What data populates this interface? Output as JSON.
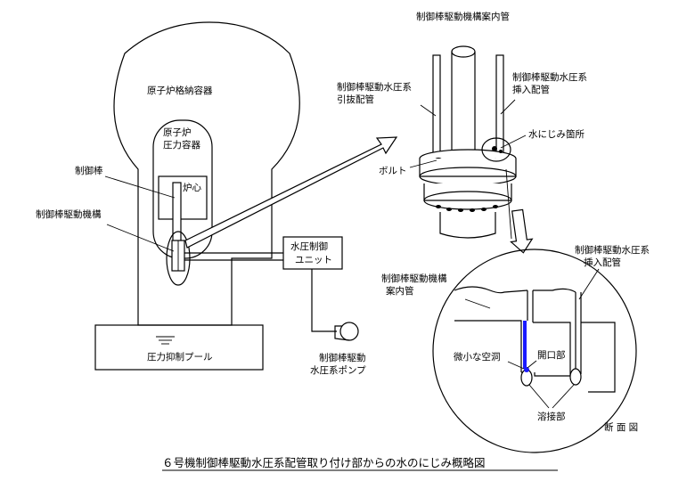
{
  "labels": {
    "containment_vessel": "原子炉格納容器",
    "reactor_pressure_vessel_1": "原子炉",
    "reactor_pressure_vessel_2": "圧力容器",
    "core": "炉心",
    "control_rod": "制御棒",
    "crd_mechanism": "制御棒駆動機構",
    "hcu_1": "水圧制御",
    "hcu_2": "ユニット",
    "pump_1": "制御棒駆動",
    "pump_2": "水圧系ポンプ",
    "suppression_pool": "圧力抑制プール",
    "guide_tube_top": "制御棒駆動機構案内管",
    "withdraw_pipe_1": "制御棒駆動水圧系",
    "withdraw_pipe_2": "引抜配管",
    "insert_pipe_top_1": "制御棒駆動水圧系",
    "insert_pipe_top_2": "挿入配管",
    "leak_location": "水にじみ箇所",
    "bolt": "ボルト",
    "section_guide_tube_1": "制御棒駆動機構",
    "section_guide_tube_2": "案内管",
    "section_insert_pipe_1": "制御棒駆動水圧系",
    "section_insert_pipe_2": "挿入配管",
    "micro_void": "微小な空洞",
    "opening": "開口部",
    "weld": "溶接部",
    "cross_section": "断 面 図"
  },
  "caption": "６号機制御棒駆動水圧系配管取り付け部からの水のにじみ概略図",
  "colors": {
    "line": "#000000",
    "void_highlight": "#1a1aff",
    "background": "#ffffff"
  }
}
